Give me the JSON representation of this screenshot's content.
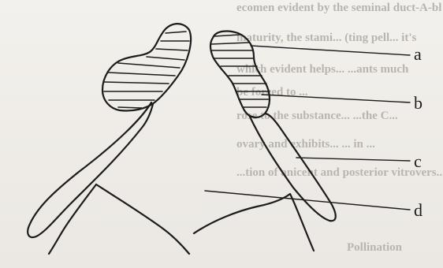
{
  "labels": {
    "a": "a",
    "b": "b",
    "c": "c",
    "d": "d"
  },
  "page_bleed": {
    "lines": [
      "ecomen evident by the seminal duct-A-bl",
      "maturity, the stami... (ting pell... it's",
      "which evident helps... ...ants much",
      "be forced to ...",
      "rose to the substance... ...the C...",
      "ovary and exhibits... ... in ...",
      "...tion of anicent and posterior vitrovers...",
      "Pollination"
    ]
  },
  "colors": {
    "ink": "#1c1c1c",
    "paper": "#f0eeea",
    "bleed_text": "#b9b5ae"
  }
}
